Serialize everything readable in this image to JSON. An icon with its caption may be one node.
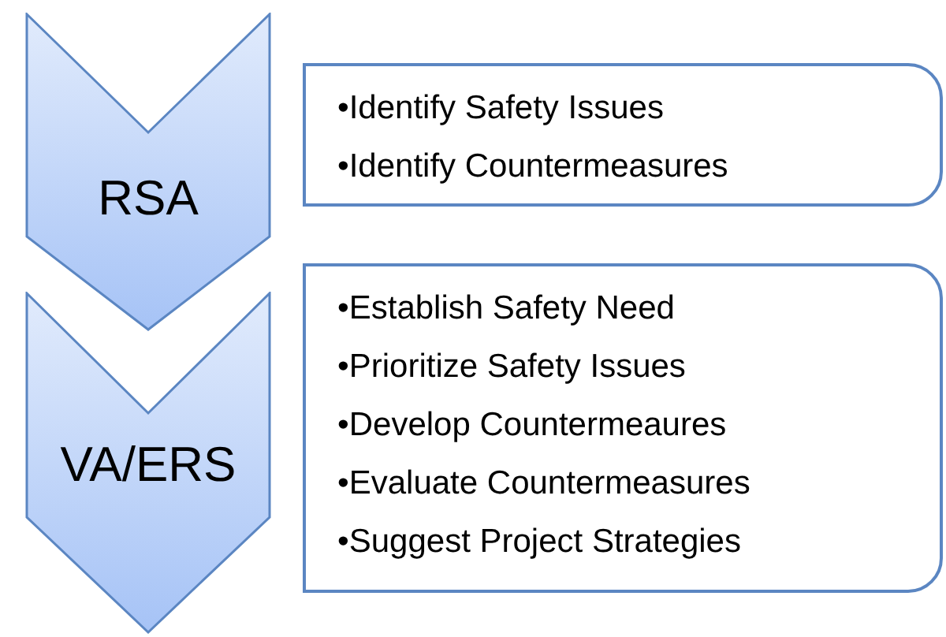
{
  "diagram": {
    "nodes": [
      {
        "text": [
          "RSA"
        ]
      },
      {
        "text": [
          "•Identify Safety Issues",
          "•Identify Countermeasures"
        ]
      },
      {
        "text": [
          "VA/ERS"
        ]
      },
      {
        "text": [
          "•Establish Safety Need",
          "•Prioritize Safety Issues",
          "•Develop Countermeaures",
          "•Evaluate Countermeasures",
          "•Suggest Project Strategies"
        ]
      }
    ]
  }
}
